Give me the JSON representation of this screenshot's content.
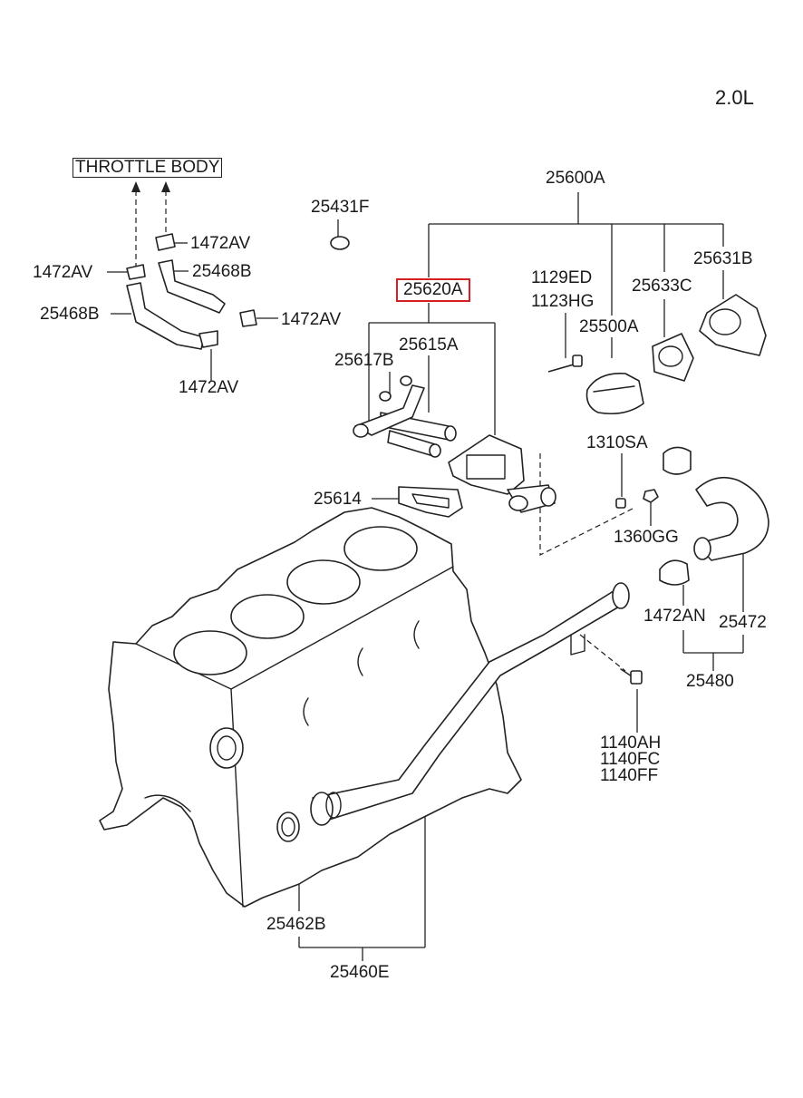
{
  "engine_label": "2.0L",
  "reference_box": "THROTTLE BODY",
  "highlighted_part": "25620A",
  "colors": {
    "highlight": "#d42020",
    "line": "#222222"
  },
  "parts": {
    "p_25600A": "25600A",
    "p_25431F": "25431F",
    "p_1472AV_top": "1472AV",
    "p_1472AV_left": "1472AV",
    "p_25468B_right": "25468B",
    "p_25468B_left": "25468B",
    "p_1472AV_mid": "1472AV",
    "p_1472AV_bottom": "1472AV",
    "p_25620A": "25620A",
    "p_1129ED": "1129ED",
    "p_1123HG": "1123HG",
    "p_25633C": "25633C",
    "p_25631B": "25631B",
    "p_25615A": "25615A",
    "p_25500A": "25500A",
    "p_25617B": "25617B",
    "p_1310SA": "1310SA",
    "p_25614": "25614",
    "p_1360GG": "1360GG",
    "p_1472AN": "1472AN",
    "p_25472": "25472",
    "p_25480": "25480",
    "p_1140AH": "1140AH",
    "p_1140FC": "1140FC",
    "p_1140FF": "1140FF",
    "p_25462B": "25462B",
    "p_25460E": "25460E"
  }
}
